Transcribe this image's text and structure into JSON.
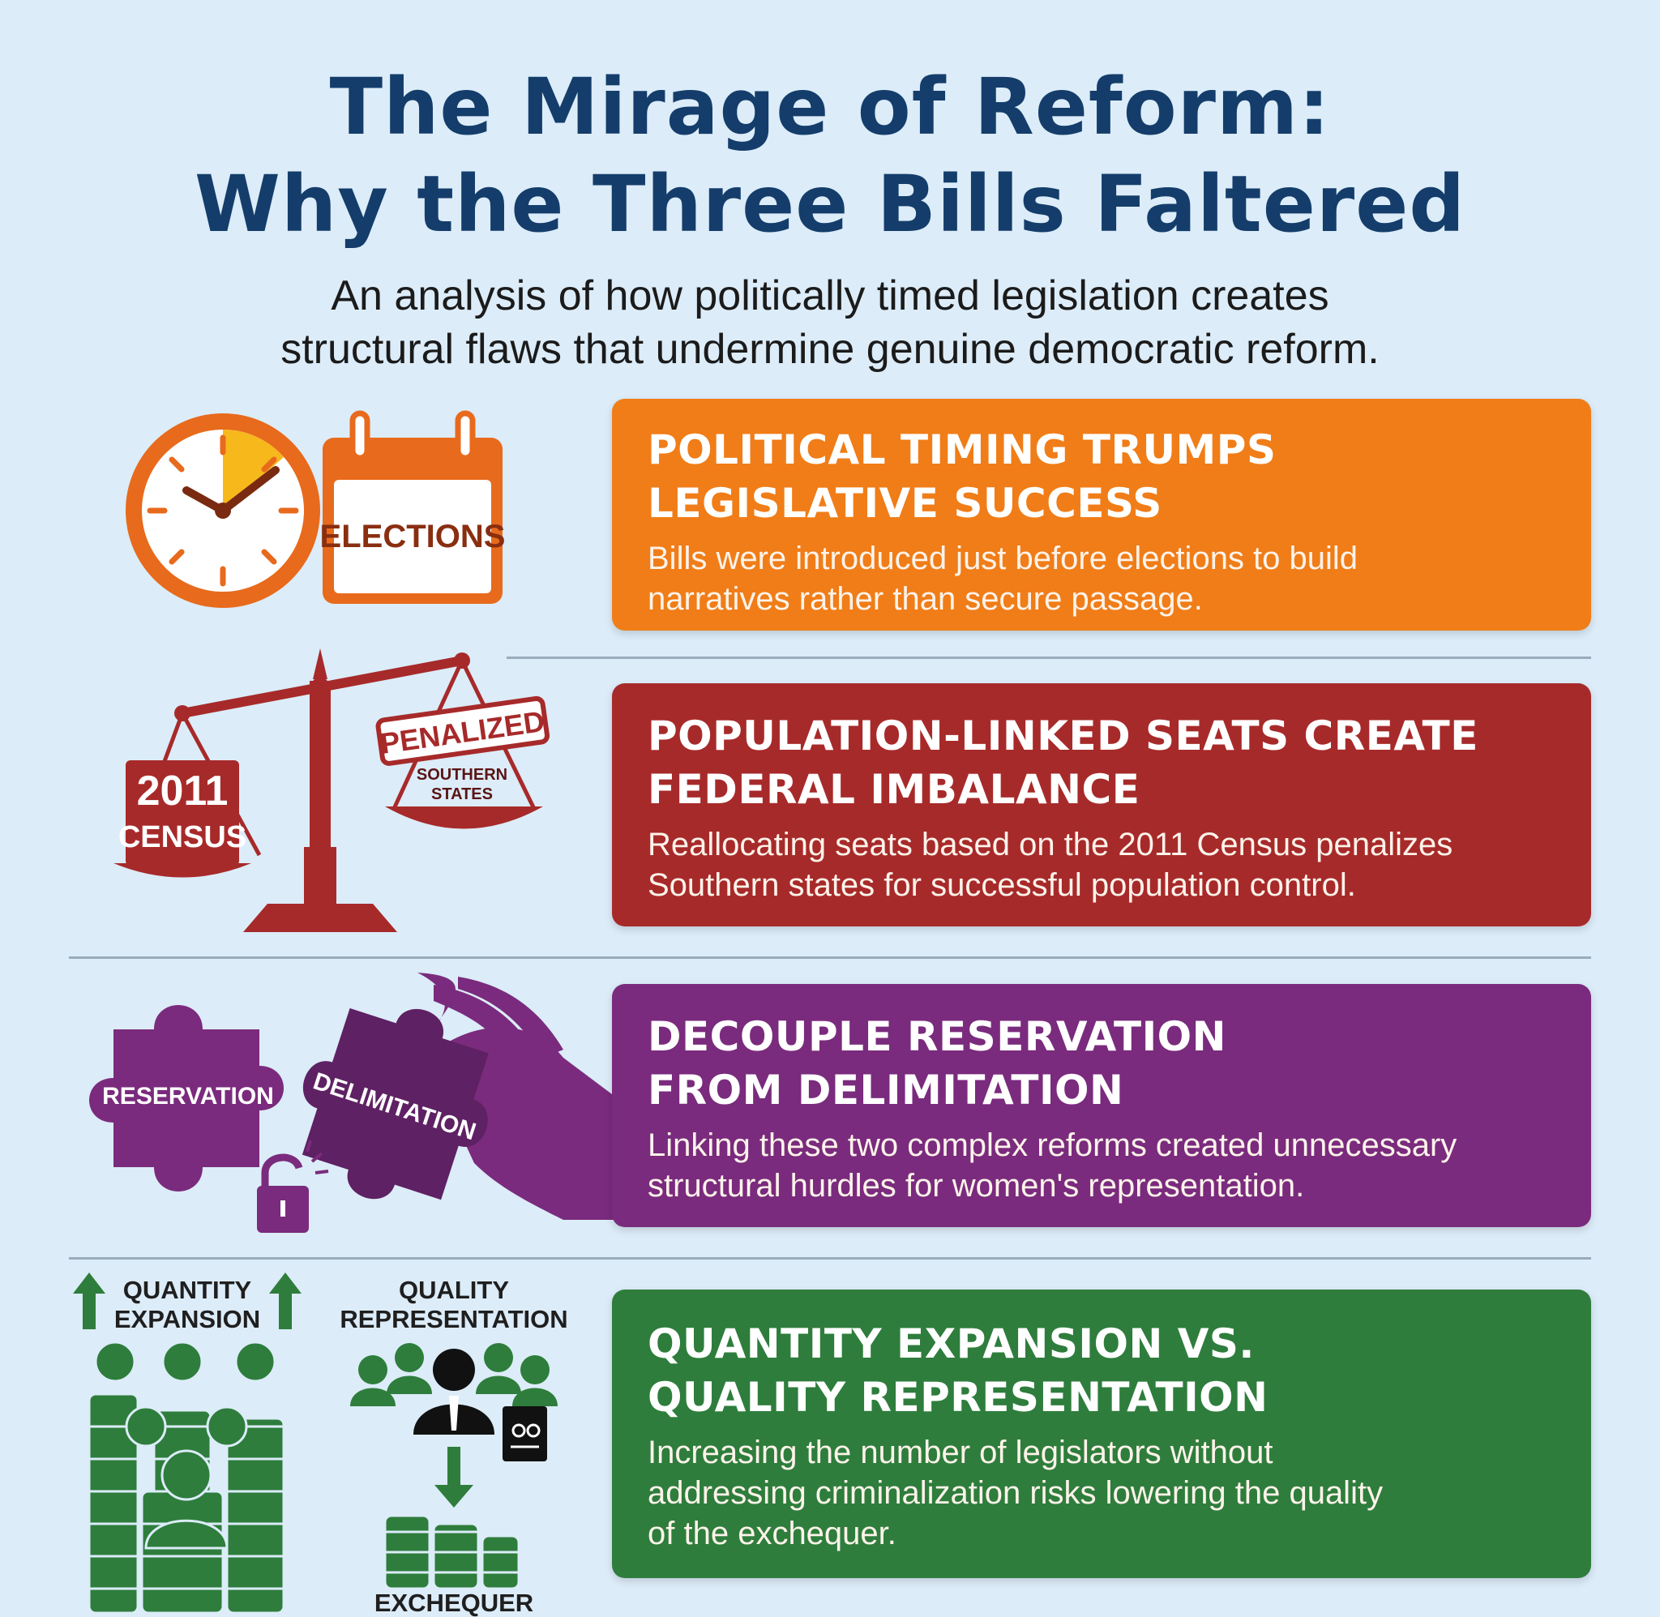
{
  "header": {
    "title_line1": "The Mirage of Reform:",
    "title_line2": "Why the Three Bills Faltered",
    "subtitle_line1": "An analysis of how politically timed legislation creates",
    "subtitle_line2": "structural flaws that undermine genuine democratic reform."
  },
  "colors": {
    "title": "#143d6b",
    "orange": "#f07d18",
    "red": "#a72a2a",
    "purple": "#7a2b7d",
    "green": "#2e7d3c"
  },
  "sections": [
    {
      "heading_line1": "POLITICAL TIMING TRUMPS",
      "heading_line2": "LEGISLATIVE SUCCESS",
      "body_line1": "Bills were introduced just before elections to build",
      "body_line2": "narratives rather than secure passage.",
      "icon": "clock-calendar-icon",
      "labels": {
        "calendar": "ELECTIONS"
      }
    },
    {
      "heading_line1": "POPULATION-LINKED SEATS CREATE",
      "heading_line2": "FEDERAL IMBALANCE",
      "body_line1": "Reallocating seats based on the 2011 Census penalizes",
      "body_line2": "Southern states for successful population control.",
      "icon": "balance-scale-icon",
      "labels": {
        "left_pan_1": "2011",
        "left_pan_2": "CENSUS",
        "stamp": "PENALIZED",
        "right_pan_1": "SOUTHERN",
        "right_pan_2": "STATES"
      }
    },
    {
      "heading_line1": "DECOUPLE RESERVATION",
      "heading_line2": "FROM DELIMITATION",
      "body_line1": "Linking these two complex reforms created unnecessary",
      "body_line2": "structural hurdles for women's representation.",
      "icon": "puzzle-pieces-icon",
      "labels": {
        "piece_1": "RESERVATION",
        "piece_2": "DELIMITATION"
      }
    },
    {
      "heading_line1": "QUANTITY EXPANSION VS.",
      "heading_line2": "QUALITY REPRESENTATION",
      "body_line1": "Increasing the number of legislators without",
      "body_line2": "addressing criminalization risks lowering the quality",
      "body_line3": "of the exchequer.",
      "icon": "people-coins-icon",
      "labels": {
        "quantity_1": "QUANTITY",
        "quantity_2": "EXPANSION",
        "quality_1": "QUALITY",
        "quality_2": "REPRESENTATION",
        "exchequer": "EXCHEQUER"
      }
    }
  ]
}
